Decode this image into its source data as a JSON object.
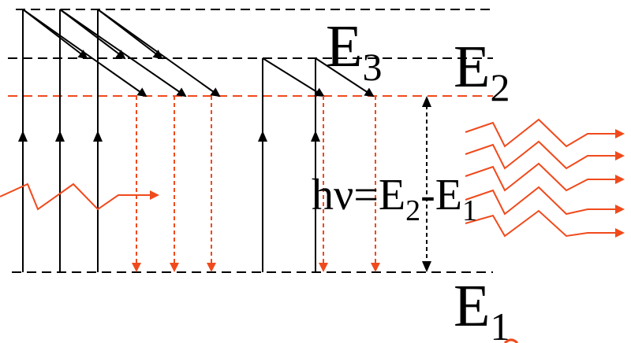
{
  "labels": {
    "e3": {
      "base": "E",
      "sub": "3"
    },
    "e2": {
      "base": "E",
      "sub": "2"
    },
    "e1": {
      "base": "E",
      "sub": "1"
    },
    "photon_energy": {
      "lead": "hν=E",
      "sub_a": "2",
      "mid": "-E",
      "sub_b": "1"
    }
  },
  "colors": {
    "black": "#000000",
    "emission": "#f04a1c"
  }
}
